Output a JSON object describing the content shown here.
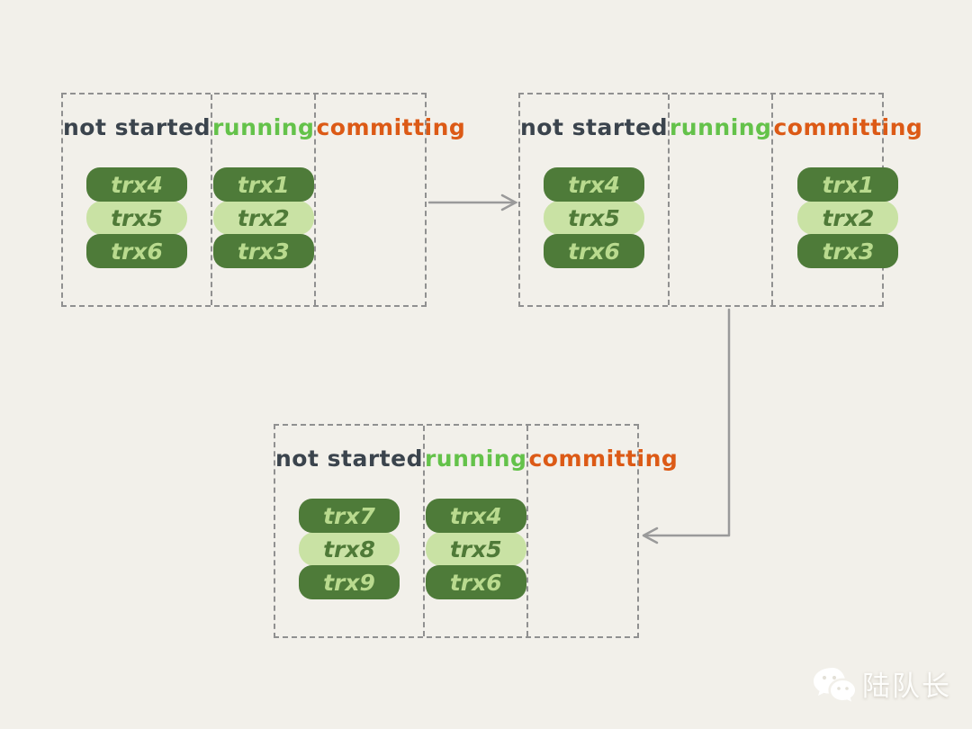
{
  "canvas": {
    "background": "#f2f0ea"
  },
  "palette": {
    "dashed_border": "#909090",
    "arrow": "#9a9a9a",
    "not_started_label": "#3b444d",
    "running_label": "#64c24a",
    "committing_label": "#dc5a16",
    "pill_dark_bg": "#4e7b39",
    "pill_dark_text": "#b9da8e",
    "pill_light_bg": "#c9e2a4",
    "pill_light_text": "#4f7a38"
  },
  "boards": [
    {
      "name": "state-1",
      "columns": [
        {
          "label": "not started",
          "color": "#3b444d",
          "items": [
            {
              "label": "trx4",
              "variant": "dark"
            },
            {
              "label": "trx5",
              "variant": "light"
            },
            {
              "label": "trx6",
              "variant": "dark"
            }
          ]
        },
        {
          "label": "running",
          "color": "#64c24a",
          "items": [
            {
              "label": "trx1",
              "variant": "dark"
            },
            {
              "label": "trx2",
              "variant": "light"
            },
            {
              "label": "trx3",
              "variant": "dark"
            }
          ]
        },
        {
          "label": "committing",
          "color": "#dc5a16",
          "items": []
        }
      ]
    },
    {
      "name": "state-2",
      "columns": [
        {
          "label": "not started",
          "color": "#3b444d",
          "items": [
            {
              "label": "trx4",
              "variant": "dark"
            },
            {
              "label": "trx5",
              "variant": "light"
            },
            {
              "label": "trx6",
              "variant": "dark"
            }
          ]
        },
        {
          "label": "running",
          "color": "#64c24a",
          "items": []
        },
        {
          "label": "committing",
          "color": "#dc5a16",
          "items": [
            {
              "label": "trx1",
              "variant": "dark"
            },
            {
              "label": "trx2",
              "variant": "light"
            },
            {
              "label": "trx3",
              "variant": "dark"
            }
          ]
        }
      ]
    },
    {
      "name": "state-3",
      "columns": [
        {
          "label": "not started",
          "color": "#3b444d",
          "items": [
            {
              "label": "trx7",
              "variant": "dark"
            },
            {
              "label": "trx8",
              "variant": "light"
            },
            {
              "label": "trx9",
              "variant": "dark"
            }
          ]
        },
        {
          "label": "running",
          "color": "#64c24a",
          "items": [
            {
              "label": "trx4",
              "variant": "dark"
            },
            {
              "label": "trx5",
              "variant": "light"
            },
            {
              "label": "trx6",
              "variant": "dark"
            }
          ]
        },
        {
          "label": "committing",
          "color": "#dc5a16",
          "items": []
        }
      ]
    }
  ],
  "arrows": [
    {
      "name": "arrow-state1-to-state2",
      "direction": "right"
    },
    {
      "name": "arrow-state2-to-state3",
      "direction": "down-left"
    }
  ],
  "watermark": {
    "text": "陆队长",
    "icon": "wechat-icon"
  }
}
